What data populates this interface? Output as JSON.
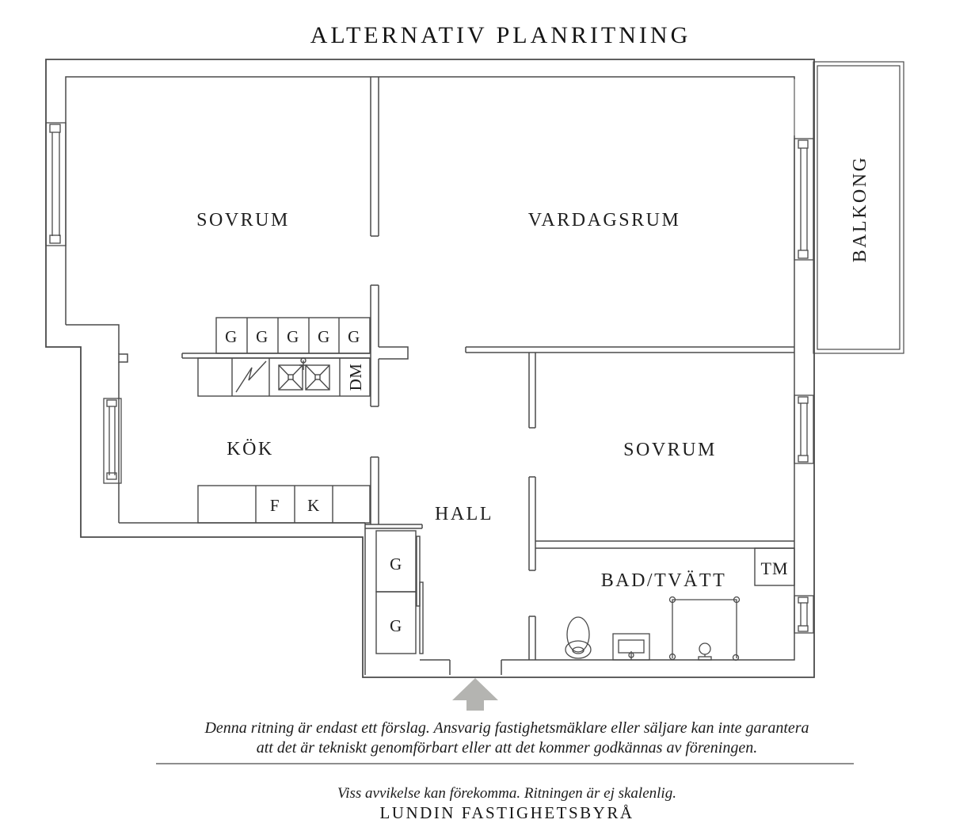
{
  "title": "ALTERNATIV PLANRITNING",
  "rooms": {
    "sovrum1": "SOVRUM",
    "vardagsrum": "VARDAGSRUM",
    "kok": "KÖK",
    "sovrum2": "SOVRUM",
    "hall": "HALL",
    "bad": "BAD/TVÄTT",
    "balkong": "BALKONG"
  },
  "fixtures": {
    "wardrobe": "G",
    "dishwasher": "DM",
    "freezer": "F",
    "fridge": "K",
    "washing_machine": "TM"
  },
  "disclaimer": {
    "line1": "Denna ritning är endast ett förslag. Ansvarig fastighetsmäklare eller säljare kan inte garantera",
    "line2": "att det är tekniskt genomförbart eller att det kommer godkännas av föreningen."
  },
  "footer": {
    "note": "Viss avvikelse kan förekomma. Ritningen är ej skalenlig.",
    "brand": "LUNDIN FASTIGHETSBYRÅ"
  },
  "colors": {
    "line": "#4a4a4a",
    "text": "#1f1f1f",
    "arrow": "#b4b4b1",
    "background": "#ffffff"
  }
}
